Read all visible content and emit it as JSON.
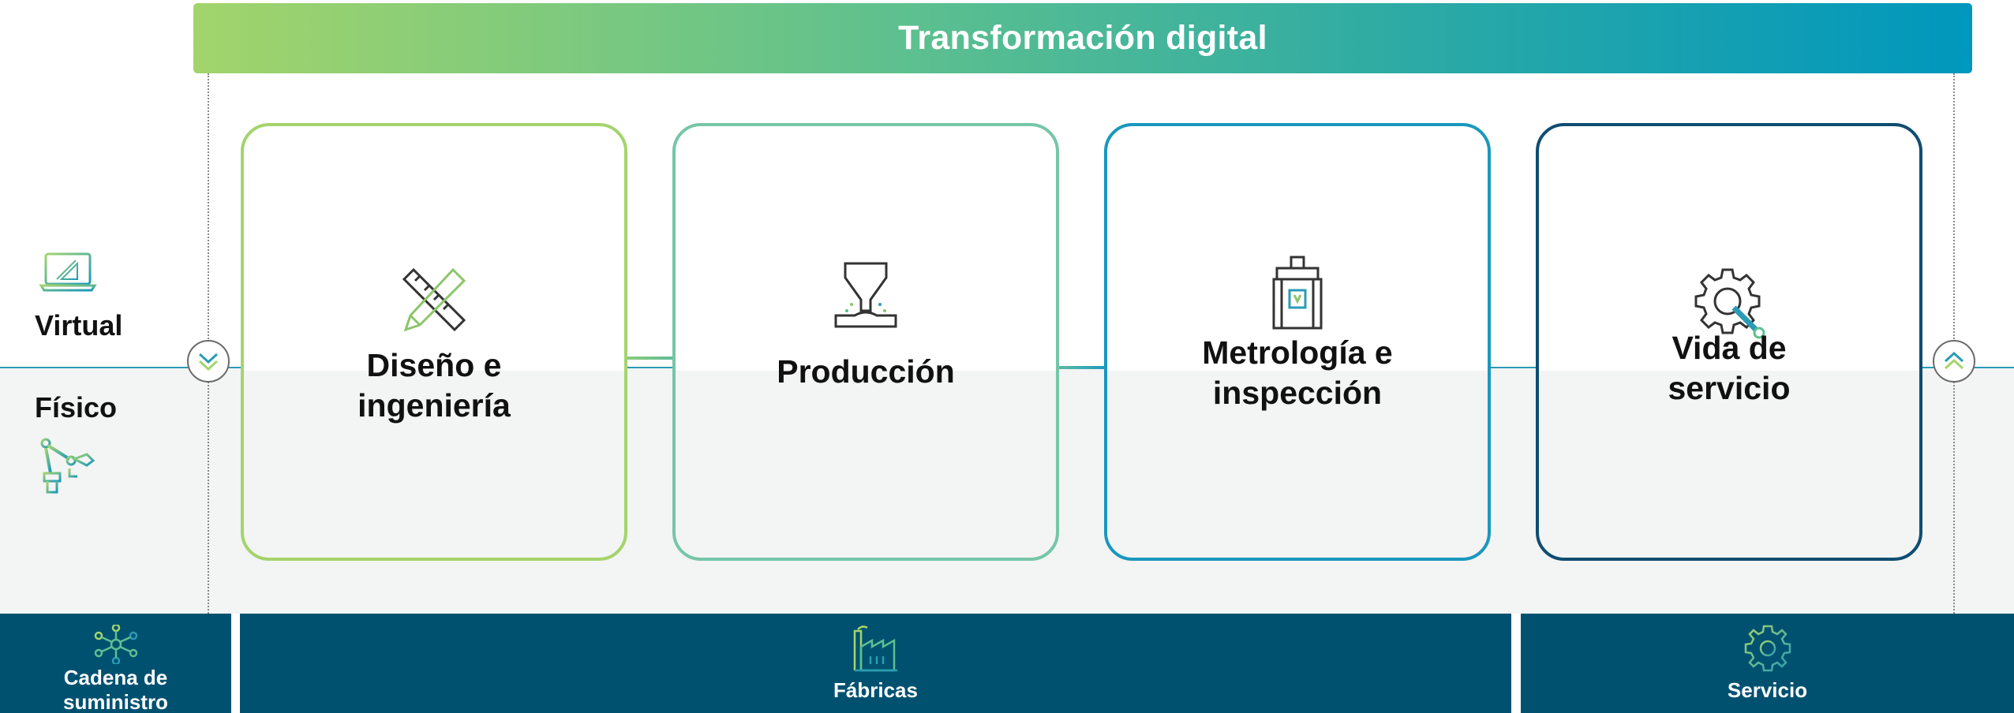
{
  "banner": {
    "title": "Transformación digital",
    "gradient": [
      "#a2d46b",
      "#5dc08f",
      "#2aa9a6",
      "#0097bd"
    ]
  },
  "layers": {
    "virtual": {
      "label": "Virtual",
      "icon": "laptop-design-icon"
    },
    "physical": {
      "label": "Físico",
      "icon": "robot-arm-icon"
    }
  },
  "controls": {
    "down": {
      "icon": "double-chevron-down-icon"
    },
    "up": {
      "icon": "double-chevron-up-icon"
    }
  },
  "stages": [
    {
      "title": "Diseño e\ningeniería",
      "icon": "ruler-pencil-icon",
      "color": "#a4d46c"
    },
    {
      "title": "Producción",
      "icon": "extruder-nozzle-icon",
      "color": "#76c6a8"
    },
    {
      "title": "Metrología e\ninspección",
      "icon": "measuring-press-icon",
      "color": "#1a98bd"
    },
    {
      "title": "Vida de\nservicio",
      "icon": "gear-wrench-icon",
      "color": "#0f4d71"
    }
  ],
  "footer": [
    {
      "label": "Cadena de\nsuministro",
      "icon": "network-nodes-icon"
    },
    {
      "label": "Fábricas",
      "icon": "factory-icon"
    },
    {
      "label": "Servicio",
      "icon": "gear-icon"
    }
  ],
  "colors": {
    "footer_bg": "#005170",
    "physical_bg": "#f3f4f4",
    "divider": "#2a9bb5"
  }
}
